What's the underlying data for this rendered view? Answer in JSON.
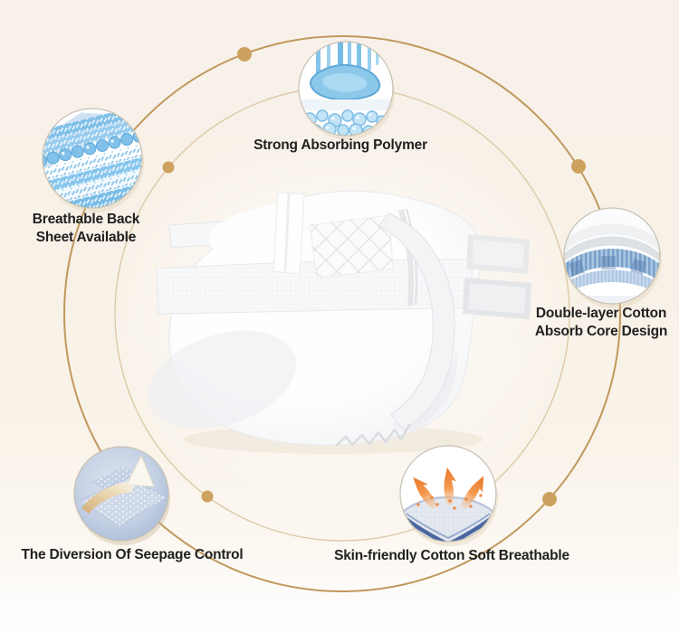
{
  "colors": {
    "gold_line": "#c0985c",
    "gold_line_light": "#dccaa7",
    "gold_dot": "#cda25e",
    "text": "#212121",
    "bg_top": "#f8f1e8",
    "bg_bottom": "#ffffff",
    "icon_blue": "#7fc0e8",
    "icon_core_blue": "#a9c6e2",
    "icon_mesh_blue": "#aabdd8",
    "icon_arrow_orange": "#ec8030",
    "icon_arrow_gold": "#d2ae79"
  },
  "icons": {
    "top": "polymer-absorption-icon",
    "left": "breathable-back-sheet-icon",
    "right": "cotton-absorb-core-icon",
    "bottom_left": "seepage-diversion-icon",
    "bottom_right": "breathable-arrows-icon",
    "center": "diaper-product-image",
    "decor": "orbit-rings"
  },
  "features": {
    "top": {
      "label": "Strong Absorbing Polymer"
    },
    "left": {
      "line1": "Breathable Back",
      "line2": "Sheet Available"
    },
    "right": {
      "line1": "Double-layer Cotton",
      "line2": "Absorb Core Design"
    },
    "bottom_left": {
      "label": "The Diversion Of Seepage Control"
    },
    "bottom_right": {
      "label": "Skin-friendly Cotton Soft Breathable"
    }
  }
}
